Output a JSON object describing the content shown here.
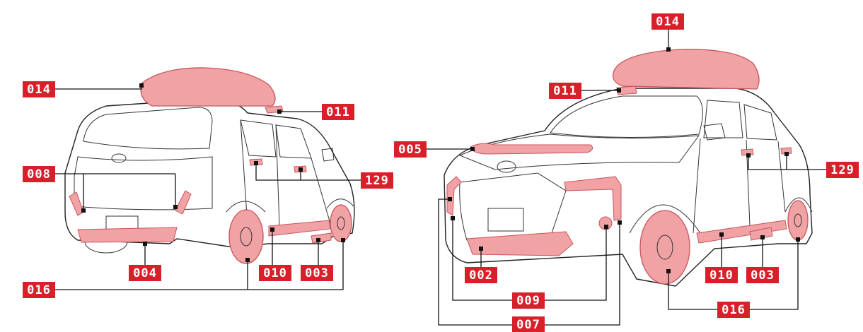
{
  "colors": {
    "accent": "#d7202a",
    "part_fill": "#f0a2a5",
    "part_stroke": "#c8555c",
    "line": "#111111"
  },
  "rear_view": {
    "labels": {
      "roof_box": "014",
      "roof_rail": "011",
      "rear_reflectors": "008",
      "door_handle_covers": "129",
      "rear_skid": "004",
      "side_skirt": "010",
      "mudguard": "003",
      "wheels": "016"
    }
  },
  "front_view": {
    "labels": {
      "roof_box": "014",
      "roof_rail": "011",
      "hood_garnish": "005",
      "door_handle_covers": "129",
      "front_skid": "002",
      "side_skirt": "010",
      "mudguard": "003",
      "fog_garnish": "009",
      "wheels": "016",
      "front_corner_garnish": "007"
    }
  }
}
